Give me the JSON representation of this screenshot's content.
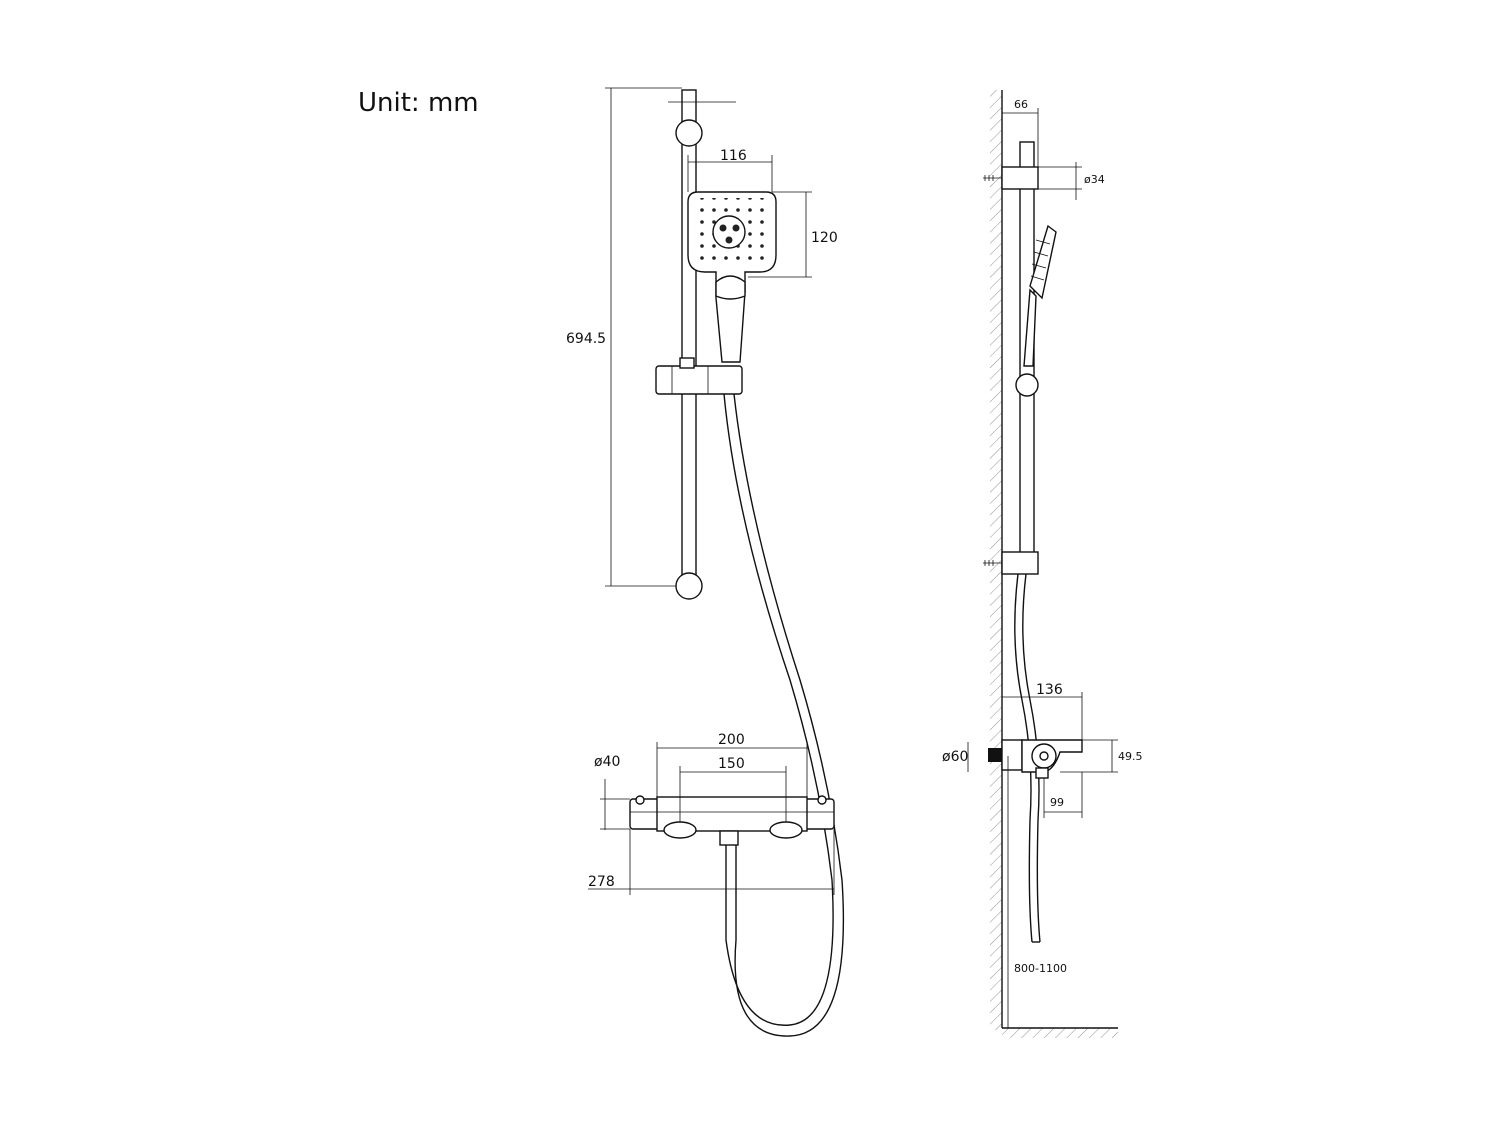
{
  "unit_label": "Unit: mm",
  "front_view": {
    "dim_total_height": "694.5",
    "dim_head_width": "116",
    "dim_head_height": "120",
    "dim_diameter_body": "ø40",
    "dim_valve_width": "200",
    "dim_valve_centers": "150",
    "dim_overall_width": "278"
  },
  "side_view": {
    "dim_projection": "66",
    "dim_rail_diameter": "ø34",
    "dim_valve_depth": "136",
    "dim_handle_diameter": "ø60",
    "dim_valve_height": "49.5",
    "dim_outlet_offset": "99",
    "dim_mount_height": "800-1100"
  }
}
